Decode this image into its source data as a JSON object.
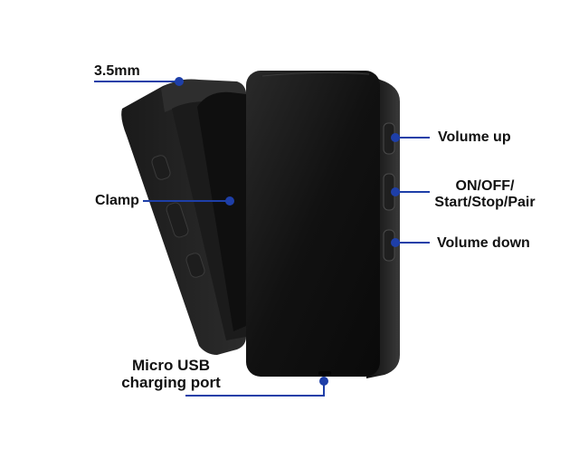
{
  "labels": {
    "jack": "3.5mm",
    "clamp": "Clamp",
    "usb_line1": "Micro USB",
    "usb_line2": "charging port",
    "vol_up": "Volume up",
    "onoff_line1": "ON/OFF/",
    "onoff_line2": "Start/Stop/Pair",
    "vol_down": "Volume down"
  },
  "colors": {
    "leader": "#1e3fa8",
    "device": "#151515",
    "text": "#111111"
  }
}
